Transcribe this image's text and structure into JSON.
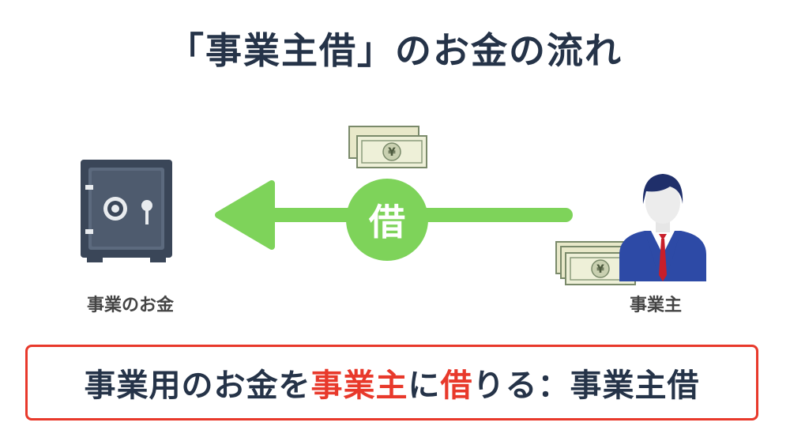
{
  "title": "「事業主借」のお金の流れ",
  "safe_label": "事業のお金",
  "owner_label": "事業主",
  "arrow_badge": "借",
  "summary": {
    "part1": "事業用のお金を",
    "part2": "事業主",
    "part3": "に",
    "part4": "借",
    "part5": "りる：事業主借"
  },
  "colors": {
    "navy": "#253348",
    "green": "#7ed35a",
    "red": "#e8392b"
  }
}
